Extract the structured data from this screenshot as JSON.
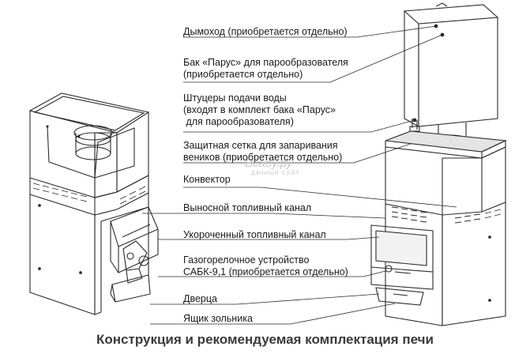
{
  "labels": [
    {
      "id": "chimney",
      "lines": [
        "Дымоход (приобретается отдельно)"
      ]
    },
    {
      "id": "tank",
      "lines": [
        "Бак «Парус» для парообразователя",
        "(приобретается отдельно)"
      ]
    },
    {
      "id": "fittings",
      "lines": [
        "Штуцеры подачи воды",
        "(входят в комплект бака «Парус»",
        " для парообразователя)"
      ]
    },
    {
      "id": "mesh",
      "lines": [
        "Защитная сетка для запаривания",
        "веников (приобретается отдельно)"
      ]
    },
    {
      "id": "convector",
      "lines": [
        "Конвектор"
      ]
    },
    {
      "id": "remote-channel",
      "lines": [
        "Выносной топливный канал"
      ]
    },
    {
      "id": "short-channel",
      "lines": [
        "Укороченный топливный канал"
      ]
    },
    {
      "id": "gas-burner",
      "lines": [
        "Газогорелочное устройство",
        "САБК-9,1 (приобретается отдельно)"
      ]
    },
    {
      "id": "door",
      "lines": [
        "Дверца"
      ]
    },
    {
      "id": "ash-box",
      "lines": [
        "Ящик зольника"
      ]
    }
  ],
  "caption": "Конструкция и рекомендуемая комплектация печи",
  "watermark": {
    "text": "Всаду.ру",
    "sub": "ДАЧНЫЙ САЙТ"
  },
  "colors": {
    "stroke": "#2b2b2b",
    "text": "#1a1a1a",
    "caption": "#3a3a3a",
    "fill": "#ffffff",
    "shade": "#e4e4e4"
  }
}
